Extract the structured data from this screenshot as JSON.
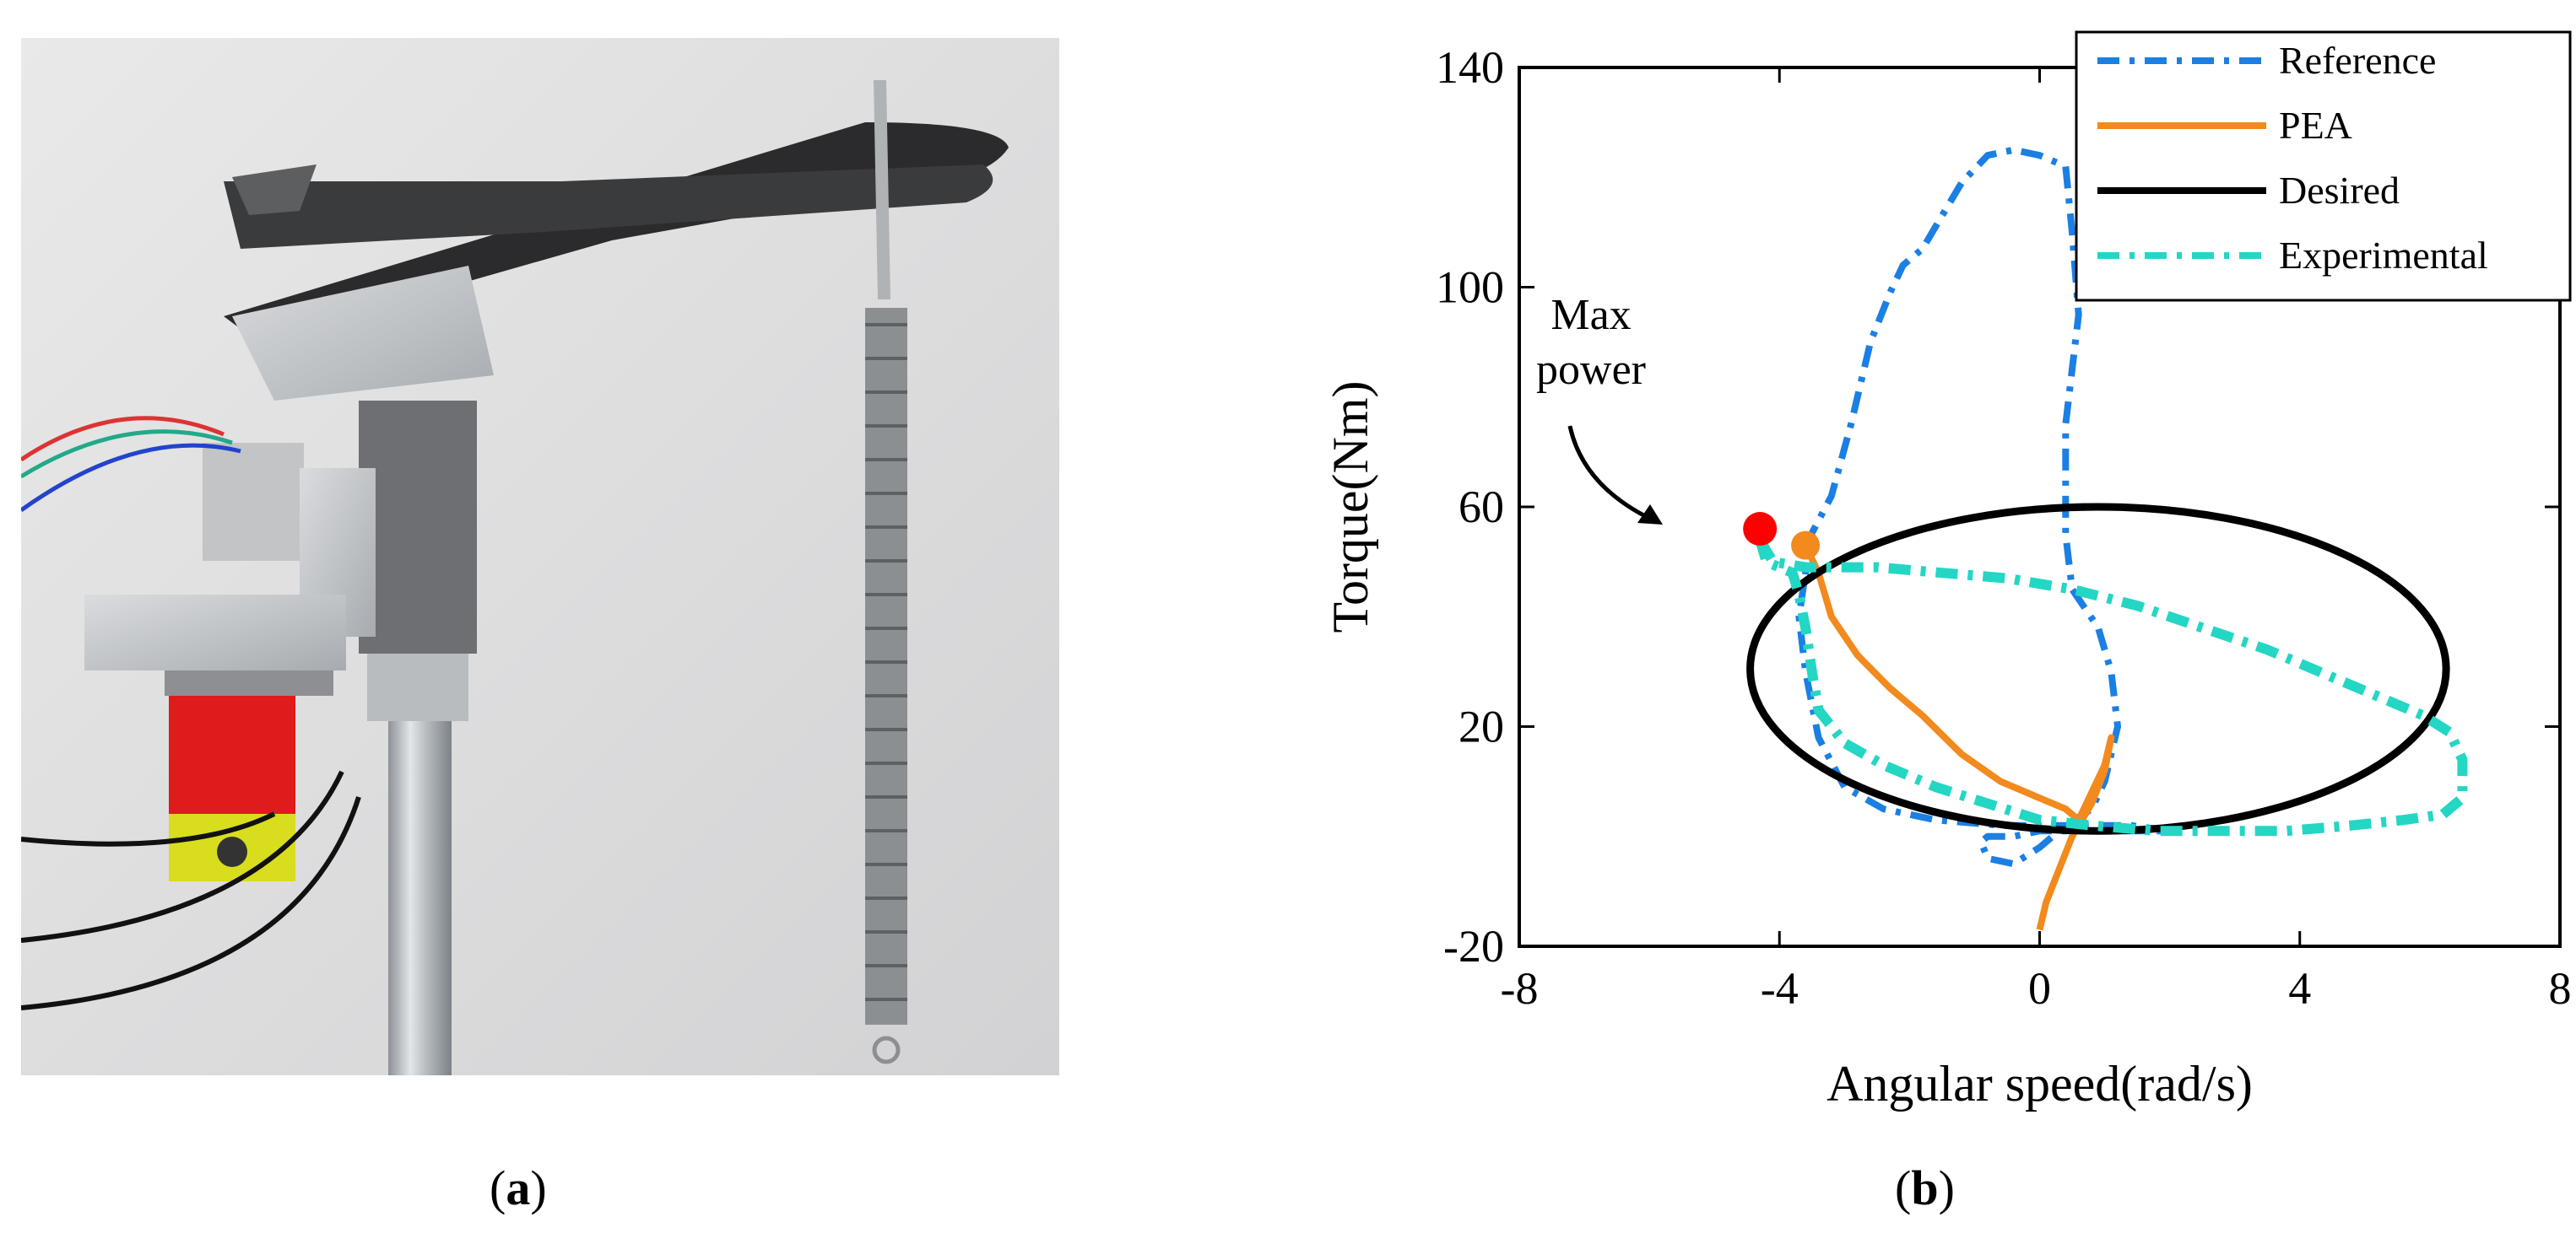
{
  "panels": {
    "a": {
      "caption_label": "a"
    },
    "b": {
      "caption_label": "b"
    }
  },
  "photo": {
    "description_icon": "prosthetic-ankle-device-photo"
  },
  "chart_data": {
    "type": "line",
    "xlabel": "Angular speed(rad/s)",
    "ylabel": "Torque(Nm)",
    "xlim": [
      -8,
      8
    ],
    "ylim": [
      -20,
      140
    ],
    "xticks": [
      -8,
      -4,
      0,
      4,
      8
    ],
    "yticks": [
      -20,
      20,
      60,
      100,
      140
    ],
    "grid": false,
    "legend_position": "top-right",
    "annotation": {
      "text_line1": "Max",
      "text_line2": "power"
    },
    "markers": [
      {
        "name": "max-power-reference",
        "x": -4.3,
        "y": 56,
        "color": "#ff0000"
      },
      {
        "name": "max-power-pea",
        "x": -3.6,
        "y": 53,
        "color": "#f28a1e"
      }
    ],
    "series": [
      {
        "name": "Reference",
        "color": "#1b7fe3",
        "style": "dash-dot",
        "x": [
          -3.6,
          -3.2,
          -2.9,
          -2.6,
          -2.3,
          -2.1,
          -1.8,
          -1.5,
          -1.2,
          -0.8,
          -0.4,
          0.0,
          0.4,
          0.5,
          0.6,
          0.5,
          0.4,
          0.4,
          0.4,
          0.5,
          0.9,
          1.1,
          1.2,
          1.0,
          0.8,
          0.4,
          0.0,
          -0.4,
          -0.8,
          -0.9,
          -0.8,
          -0.4,
          0.0,
          0.6,
          1.4,
          2.0,
          1.4,
          0.4,
          -0.6,
          -1.6,
          -2.4,
          -3.0,
          -3.4,
          -3.6,
          -3.7,
          -3.6,
          -3.6
        ],
        "y": [
          53,
          62,
          75,
          90,
          99,
          104,
          107,
          113,
          119,
          124,
          125,
          124,
          122,
          110,
          95,
          85,
          75,
          65,
          55,
          45,
          38,
          30,
          20,
          10,
          5,
          2,
          -2,
          -5,
          -4,
          -1,
          0,
          0,
          1,
          1,
          1,
          1,
          2,
          2,
          2,
          3,
          5,
          9,
          18,
          30,
          40,
          48,
          53
        ]
      },
      {
        "name": "PEA",
        "color": "#f28a1e",
        "style": "solid",
        "x": [
          -3.6,
          -3.4,
          -3.2,
          -2.8,
          -2.3,
          -1.8,
          -1.2,
          -0.6,
          0.0,
          0.4,
          0.6,
          0.8,
          1.0,
          1.1,
          1.0,
          0.8,
          0.5,
          0.3,
          0.1,
          0.0
        ],
        "y": [
          53,
          48,
          40,
          33,
          27,
          22,
          15,
          10,
          7,
          5,
          3,
          8,
          13,
          18,
          12,
          6,
          0,
          -6,
          -12,
          -17
        ]
      },
      {
        "name": "Desired",
        "color": "#000000",
        "style": "solid",
        "ellipse": {
          "cx": 0.9,
          "cy": 30.5,
          "rx": 5.35,
          "ry": 29.5
        }
      },
      {
        "name": "Experimental",
        "color": "#24d6c4",
        "style": "dash-dot",
        "x": [
          -4.3,
          -4.1,
          -3.6,
          -2.5,
          -1.5,
          -0.5,
          0.5,
          1.5,
          2.5,
          3.5,
          4.5,
          5.3,
          5.9,
          6.3,
          6.5,
          6.5,
          6.2,
          5.6,
          4.8,
          3.8,
          2.8,
          1.8,
          0.8,
          0.0,
          -0.8,
          -1.6,
          -2.4,
          -3.0,
          -3.4,
          -3.5,
          -3.6,
          -3.7,
          -3.8,
          -4.2,
          -4.3
        ],
        "y": [
          54,
          50,
          49,
          49,
          48,
          47,
          45,
          42,
          38,
          34,
          29,
          25,
          22,
          19,
          14,
          7,
          4,
          3,
          2,
          1,
          1,
          1,
          2,
          3,
          6,
          9,
          13,
          17,
          23,
          30,
          38,
          44,
          48,
          50,
          54
        ]
      }
    ]
  }
}
